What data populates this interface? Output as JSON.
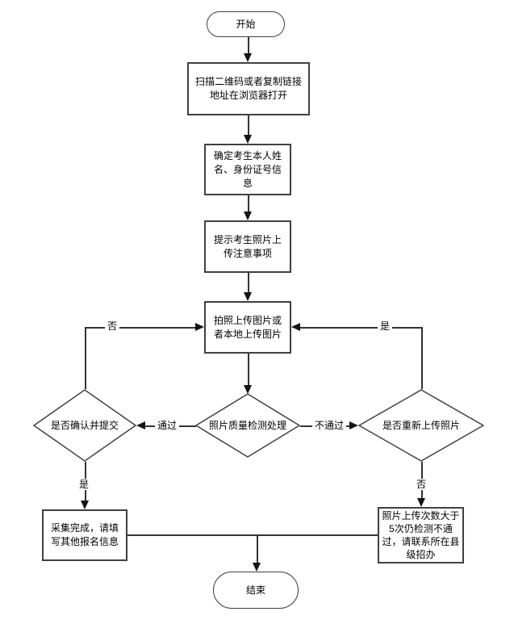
{
  "diagram": {
    "nodes": {
      "start": "开始",
      "scan_qr": "扫描二维码或者复制链接地址在浏览器打开",
      "confirm_identity": "确定考生本人姓名、身份证号信息",
      "upload_notice": "提示考生照片上传注意事项",
      "upload_photo": "拍照上传图片或者本地上传图片",
      "quality_check": "照片质量检测处理",
      "confirm_submit": "是否确认并提交",
      "reupload": "是否重新上传照片",
      "collection_complete": "采集完成，请填写其他报名信息",
      "contact_admissions": "照片上传次数大于5次仍检测不通过，请联系所在县级招办",
      "end": "结束"
    },
    "edge_labels": {
      "submit_no": "否",
      "reupload_yes": "是",
      "pass": "通过",
      "fail": "不通过",
      "submit_yes": "是",
      "reupload_no": "否"
    },
    "colors": {
      "line": "#333333",
      "node_border": "#404040",
      "text": "#000000",
      "background": "#ffffff"
    }
  }
}
